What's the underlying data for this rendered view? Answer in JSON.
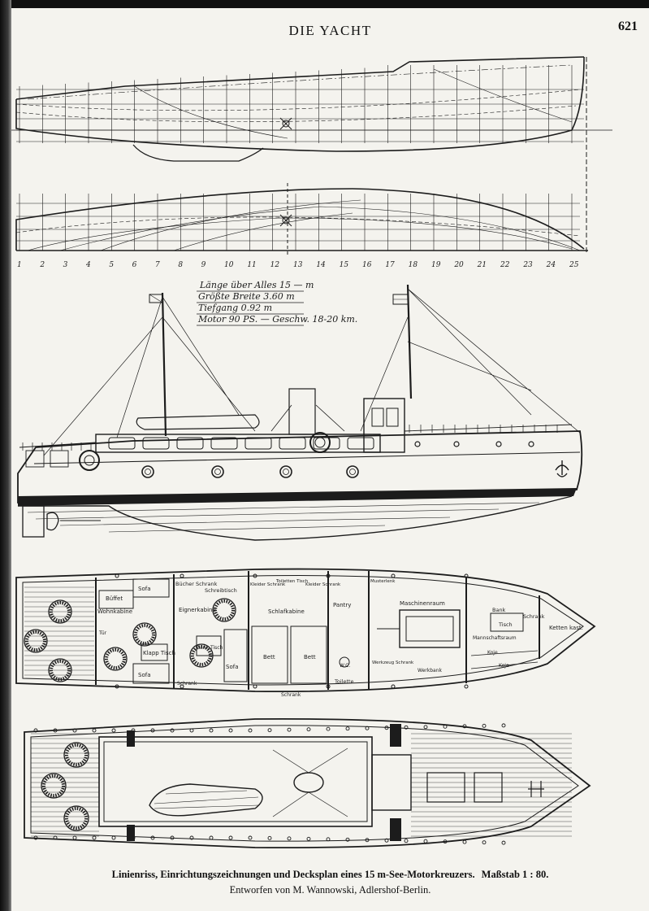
{
  "header": {
    "journal_title": "DIE YACHT",
    "page_number": "621"
  },
  "station_numbers": [
    "1",
    "2",
    "3",
    "4",
    "5",
    "6",
    "7",
    "8",
    "9",
    "10",
    "11",
    "12",
    "13",
    "14",
    "15",
    "16",
    "17",
    "18",
    "19",
    "20",
    "21",
    "22",
    "23",
    "24",
    "25"
  ],
  "specs": {
    "length": "Länge über Alles  15 — m",
    "beam": "Größte Breite  3.60 m",
    "draft": "Tiefgang  0.92 m",
    "engine": "Motor  90 PS. — Geschw. 18-20 km."
  },
  "rooms": {
    "sofa_top": "Sofa",
    "buffet": "Büffet",
    "wohnkabine": "Wohnkabine",
    "tuer": "Tür",
    "klapptisch": "Klapp Tisch",
    "sofa_bottom": "Sofa",
    "buecherschrank": "Bücher Schrank",
    "schreibtisch": "Schreibtisch",
    "eignerkabine": "Eignerkabine",
    "bank_tisch": "Bank Tisch",
    "sofa_cabin": "Sofa",
    "schrank_left": "Schrank",
    "kleiderschrank1": "Kleider Schrank",
    "toiletten": "Toiletten Tisch",
    "kleiderschrank2": "Kleider Schrank",
    "schlafkabine": "Schlafkabine",
    "bett1": "Bett",
    "bett2": "Bett",
    "schrank_mid": "Schrank",
    "pantry": "Pantry",
    "wc": "W.C.",
    "toilette": "Toilette",
    "maschinenraum": "Maschinenraum",
    "werkzeug": "Werkzeug Schrank",
    "werkbank": "Werkbank",
    "muster": "Musterlenk",
    "mannschaft": "Mannschaftsraum",
    "bank": "Bank",
    "tisch": "Tisch",
    "schrank_crew": "Schrank",
    "koje1": "Koje",
    "koje2": "Koje",
    "kettenkasten": "Ketten kast."
  },
  "caption": {
    "line1": "Linienriss, Einrichtungszeichnungen und Decksplan eines 15 m-See-Motorkreuzers.",
    "scale": "Maßstab 1 : 80.",
    "line2": "Entworfen von M. Wannowski, Adlershof-Berlin."
  }
}
